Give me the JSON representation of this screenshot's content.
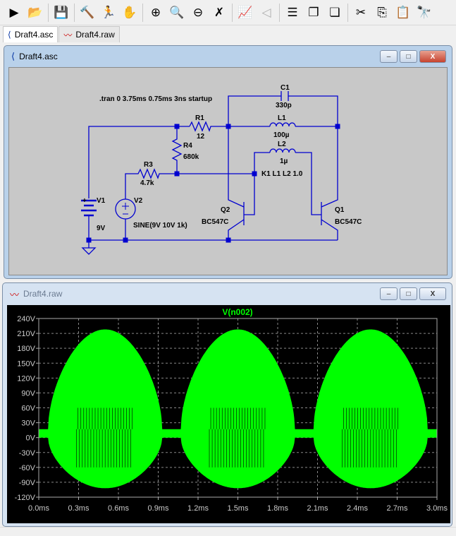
{
  "toolbar": {
    "icons": [
      "run-icon",
      "open-icon",
      "save-icon",
      "hammer-icon",
      "run-man-icon",
      "hand-icon",
      "zoom-in-icon",
      "zoom-fit-icon",
      "zoom-out-icon",
      "zoom-cancel-icon",
      "plot-icon",
      "autoscale-icon",
      "tile-horizontal-icon",
      "cascade-icon",
      "tile-icon",
      "cut-icon",
      "copy-icon",
      "paste-icon",
      "find-icon"
    ]
  },
  "tabs": [
    {
      "label": "Draft4.asc",
      "active": true
    },
    {
      "label": "Draft4.raw",
      "active": false
    }
  ],
  "schematic_window": {
    "title": "Draft4.asc"
  },
  "raw_window": {
    "title": "Draft4.raw"
  },
  "window_buttons": {
    "minimize": "–",
    "maximize": "□",
    "close": "X"
  },
  "schematic": {
    "directive": ".tran 0 3.75ms 0.75ms 3ns startup",
    "coupling": "K1 L1 L2 1.0",
    "C1": {
      "name": "C1",
      "value": "330p"
    },
    "R1": {
      "name": "R1",
      "value": "12"
    },
    "L1": {
      "name": "L1",
      "value": "100µ"
    },
    "L2": {
      "name": "L2",
      "value": "1µ"
    },
    "R4": {
      "name": "R4",
      "value": "680k"
    },
    "R3": {
      "name": "R3",
      "value": "4.7k"
    },
    "V1": {
      "name": "V1",
      "value": "9V",
      "plus": "+"
    },
    "V2": {
      "name": "V2",
      "value": "SINE(9V 10V 1k)"
    },
    "Q1": {
      "name": "Q1",
      "value": "BC547C"
    },
    "Q2": {
      "name": "Q2",
      "value": "BC547C"
    },
    "wire_color": "#0000d0"
  },
  "chart_data": {
    "type": "line",
    "title": "V(n002)",
    "xlabel": "",
    "ylabel": "",
    "xlim": [
      0,
      3.0
    ],
    "ylim": [
      -120,
      240
    ],
    "x_ticks": [
      "0.0ms",
      "0.3ms",
      "0.6ms",
      "0.9ms",
      "1.2ms",
      "1.5ms",
      "1.8ms",
      "2.1ms",
      "2.4ms",
      "2.7ms",
      "3.0ms"
    ],
    "y_ticks": [
      "240V",
      "210V",
      "180V",
      "150V",
      "120V",
      "90V",
      "60V",
      "30V",
      "0V",
      "-30V",
      "-60V",
      "-90V",
      "-120V"
    ],
    "grid": true,
    "series_color": "#00ff00",
    "baseline_band_v": [
      0,
      17
    ],
    "bursts": [
      {
        "start_ms": 0.07,
        "end_ms": 0.93,
        "max_v": 218,
        "min_v": -102
      },
      {
        "start_ms": 1.07,
        "end_ms": 1.93,
        "max_v": 218,
        "min_v": -102
      },
      {
        "start_ms": 2.07,
        "end_ms": 2.93,
        "max_v": 218,
        "min_v": -102
      }
    ]
  }
}
